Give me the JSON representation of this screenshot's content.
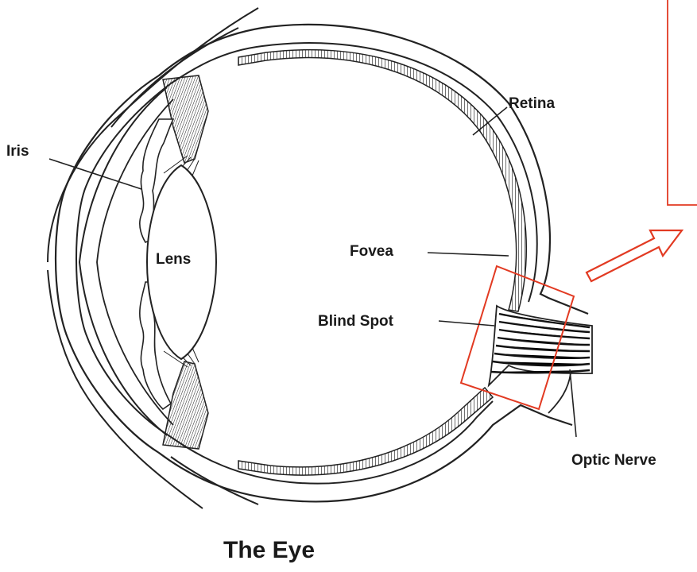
{
  "labels": {
    "iris": "Iris",
    "lens": "Lens",
    "retina": "Retina",
    "fovea": "Fovea",
    "blind_spot": "Blind Spot",
    "optic_nerve": "Optic Nerve"
  },
  "title": "The Eye",
  "colors": {
    "line": "#222222",
    "highlight": "#e23a22",
    "background": "#ffffff"
  },
  "icons": {
    "callout_arrow": "arrow-up-right-outline-icon"
  }
}
